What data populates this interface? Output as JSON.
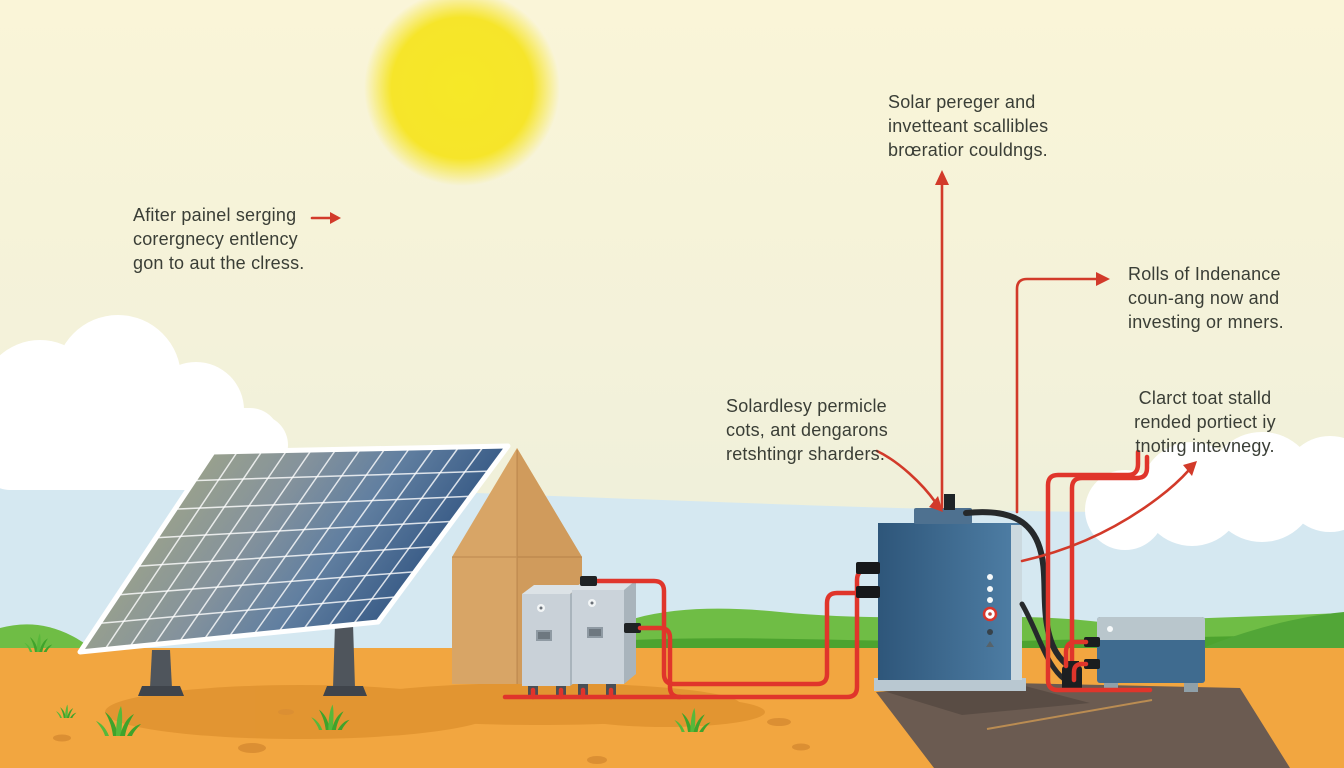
{
  "annotations": {
    "top_note": {
      "lines": [
        "Solar pereger and",
        "invetteant scallibles",
        "brœratior couldngs."
      ]
    },
    "panel_note": {
      "lines": [
        "Afiter painel serging",
        "corergnecy entlency",
        "gon to aut the clress."
      ]
    },
    "rolls_note": {
      "lines": [
        "Rolls of Indenance",
        "coun-ang now and",
        "investing or mners."
      ]
    },
    "controller_note": {
      "lines": [
        "Solardlesy permicle",
        "cots, ant dengarons",
        "retshtingr sharders."
      ]
    },
    "battery_note": {
      "lines": [
        "Clarct toat stalld",
        "rended portiect iy",
        "tnotirg intevnegy."
      ]
    }
  },
  "components": {
    "sun": "sun",
    "solar_panel": "tilted solar panel array on legs",
    "barn": "tan gable barn",
    "charge_controllers": "two gray controller cabinets",
    "inverter": "large blue inverter cabinet with LED column",
    "battery": "blue battery unit with terminals",
    "wiring": "red wires and black cables",
    "junction_box": "small black junction box"
  },
  "palette": {
    "sky_cream": "#F9F4D7",
    "sky_blue": "#D5E8F1",
    "sun_yellow": "#F6E72A",
    "cloud_white": "#FFFFFF",
    "hill_green": "#6FBD45",
    "hill_dark_green": "#4DA32F",
    "sand_orange": "#F2A640",
    "sand_shadow": "#D88B2B",
    "road_gray": "#6B5B51",
    "house_tan": "#D8A566",
    "panel_blue": "#31507A",
    "box_gray": "#C9D1D8",
    "inverter_blue": "#38648C",
    "battery_blue": "#3F6B8F",
    "wire_red": "#E0352B",
    "cable_black": "#26292B",
    "text_color": "#3A3E36"
  }
}
